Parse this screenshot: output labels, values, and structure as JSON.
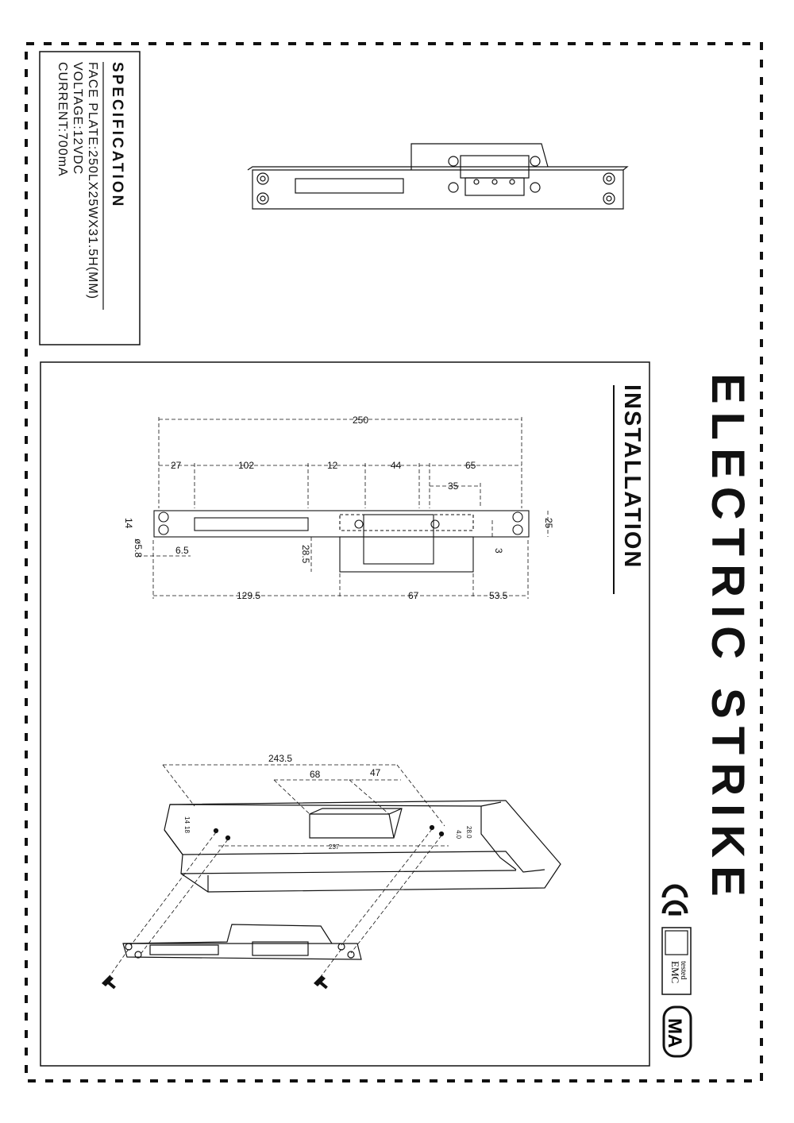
{
  "title": "ELECTRIC STRIKE",
  "specification": {
    "heading": "SPECIFICATION",
    "face_plate": "FACE PLATE:250LX25WX31.5H(MM)",
    "voltage": "VOLTAGE:12VDC",
    "current": "CURRENT:700mA"
  },
  "installation": {
    "heading": "INSTALLATION",
    "dims_top": {
      "overall": "250",
      "d27": "27",
      "d102": "102",
      "d12": "12",
      "d44": "44",
      "d65": "65",
      "d35": "35",
      "d14": "14",
      "d25": "25",
      "d5_8": "ø5.8",
      "d6_5": "6.5",
      "d28_5": "28.5",
      "d3": "3",
      "d129_5": "129.5",
      "d67": "67",
      "d53_5": "53.5"
    },
    "dims_iso": {
      "d243_5": "243.5",
      "d68": "68",
      "d47": "47",
      "d237": "237",
      "d14": "14",
      "d18": "18",
      "d4_0": "4.0",
      "d28_0": "28.0"
    }
  },
  "certifications": {
    "ce": "CE",
    "emc_line1": "EMC",
    "emc_line2": "tested",
    "cma": "MA"
  }
}
